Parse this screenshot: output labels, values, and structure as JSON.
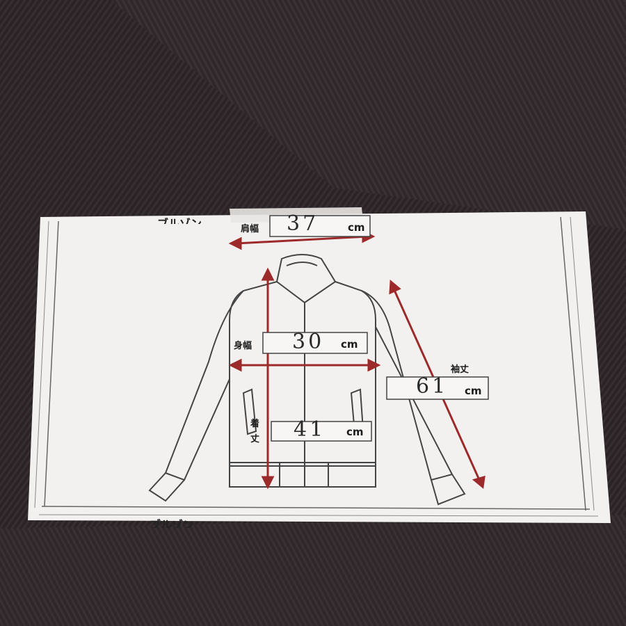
{
  "paper": {
    "top_header": "ブルゾン",
    "bottom_header": "ブルゾン"
  },
  "measurements": {
    "shoulder": {
      "label": "肩幅",
      "value": "37",
      "unit": "cm"
    },
    "chest": {
      "label": "身幅",
      "value": "30",
      "unit": "cm"
    },
    "sleeve": {
      "label": "袖丈",
      "value": "61",
      "unit": "cm"
    },
    "length": {
      "label_line1": "着",
      "label_line2": "丈",
      "value": "41",
      "unit": "cm"
    }
  },
  "colors": {
    "knit_background": "#2e2729",
    "paper": "#f3f1ef",
    "arrow": "#9c2a2a",
    "ink": "#333333"
  }
}
